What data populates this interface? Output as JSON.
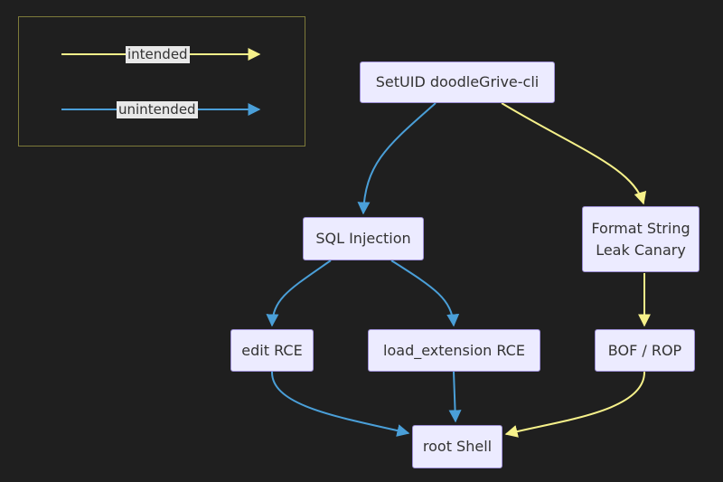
{
  "colors": {
    "intended": "#f6f18a",
    "unintended": "#4a9fd8",
    "node_fill": "#ecebff",
    "node_border": "#9d8fd6",
    "background": "#1f1f1f"
  },
  "legend": {
    "intended_label": "intended",
    "unintended_label": "unintended"
  },
  "nodes": {
    "setuid": "SetUID doodleGrive-cli",
    "sqli": "SQL Injection",
    "format_string": "Format String\nLeak Canary",
    "edit_rce": "edit RCE",
    "load_ext_rce": "load_extension RCE",
    "bof_rop": "BOF / ROP",
    "root_shell": "root Shell"
  },
  "edges": [
    {
      "from": "SetUID doodleGrive-cli",
      "to": "SQL Injection",
      "kind": "unintended"
    },
    {
      "from": "SetUID doodleGrive-cli",
      "to": "Format String Leak Canary",
      "kind": "intended"
    },
    {
      "from": "SQL Injection",
      "to": "edit RCE",
      "kind": "unintended"
    },
    {
      "from": "SQL Injection",
      "to": "load_extension RCE",
      "kind": "unintended"
    },
    {
      "from": "Format String Leak Canary",
      "to": "BOF / ROP",
      "kind": "intended"
    },
    {
      "from": "edit RCE",
      "to": "root Shell",
      "kind": "unintended"
    },
    {
      "from": "load_extension RCE",
      "to": "root Shell",
      "kind": "unintended"
    },
    {
      "from": "BOF / ROP",
      "to": "root Shell",
      "kind": "intended"
    }
  ]
}
